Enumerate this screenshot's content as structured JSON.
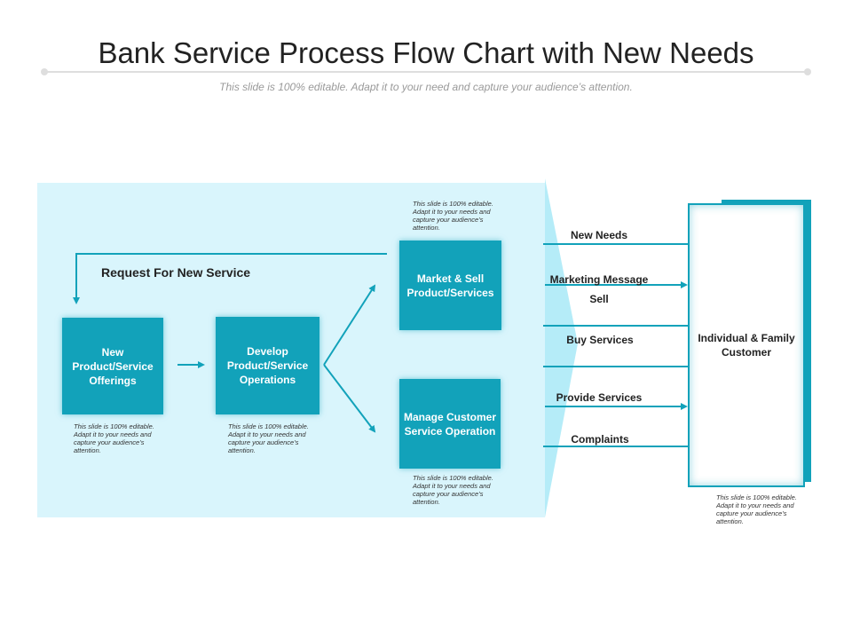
{
  "header": {
    "title": "Bank Service Process Flow Chart with New Needs",
    "subtitle": "This slide is 100% editable. Adapt it to your need and capture your audience’s attention."
  },
  "colors": {
    "accent": "#12a2ba",
    "panel": "#d9f5fc",
    "wedge": "#b5ecf8"
  },
  "flow": {
    "request_label": "Request For New Service",
    "boxes": {
      "new_offerings": "New Product/Service Offerings",
      "develop": "Develop Product/Service Operations",
      "market_sell": "Market & Sell Product/Services",
      "manage_customer": "Manage Customer Service Operation"
    },
    "notes": {
      "market_sell": "This slide is 100% editable. Adapt it to your needs and capture your audience’s attention.",
      "new_offerings": "This slide is 100% editable. Adapt it to your needs and capture your audience’s attention.",
      "develop": "This slide is 100% editable. Adapt it to your needs and capture your audience’s attention.",
      "manage_customer": "This slide is 100% editable. Adapt it to your needs and capture your audience’s attention.",
      "customer": "This slide is 100% editable. Adapt it to your needs and capture your audience’s attention."
    }
  },
  "channels": {
    "new_needs": "New Needs",
    "marketing_message": "Marketing Message",
    "sell": "Sell",
    "buy_services": "Buy Services",
    "provide_services": "Provide Services",
    "complaints": "Complaints"
  },
  "customer": {
    "label": "Individual & Family Customer"
  }
}
